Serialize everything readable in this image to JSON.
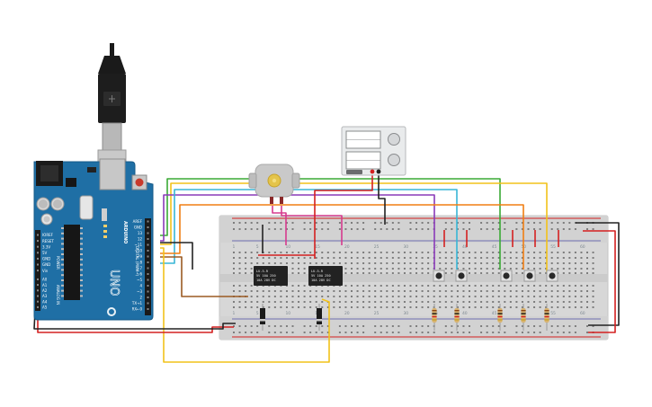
{
  "arduino": {
    "brand_text": "ARDUINO",
    "model_text": "UNO",
    "power_label": "POWER",
    "analog_label": "ANALOG IN",
    "digital_label": "DIGITAL (PWM~)",
    "power_pins": [
      "IOREF",
      "RESET",
      "3.3V",
      "5V",
      "GND",
      "GND",
      "Vin"
    ],
    "analog_pins": [
      "A0",
      "A1",
      "A2",
      "A3",
      "A4",
      "A5"
    ],
    "digital_pins": [
      "AREF",
      "GND",
      "13",
      "12",
      "~11",
      "~10",
      "~9",
      "8",
      "7",
      "~6",
      "~5",
      "4",
      "~3",
      "2",
      "TX→1",
      "RX←0"
    ],
    "led_labels": [
      "L",
      "TX",
      "RX"
    ]
  },
  "relays": [
    {
      "line1": "LU-5-R",
      "line2": "5V 10A 250",
      "line3": "10A 28V DC"
    },
    {
      "line1": "LU-5-R",
      "line2": "5V 10A 250",
      "line3": "10A 28V DC"
    }
  ],
  "breadboard": {
    "column_numbers": [
      "1",
      "5",
      "10",
      "15",
      "20",
      "25",
      "30",
      "35",
      "40",
      "45",
      "50",
      "55",
      "60"
    ]
  },
  "colors": {
    "board_blue": "#1f6fa5",
    "wire_red": "#d42020",
    "wire_black": "#222222",
    "wire_green": "#3aaa35",
    "wire_yellow": "#f2c21a",
    "wire_orange": "#f07f13",
    "wire_purple": "#8a3ab9",
    "wire_cyan": "#38b6d6",
    "wire_brown": "#9b5a22",
    "wire_magenta": "#d63b8e"
  }
}
